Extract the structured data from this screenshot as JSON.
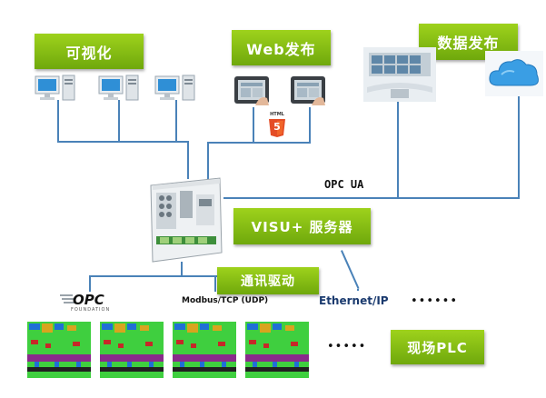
{
  "labels": {
    "visualization": "可视化",
    "web_publish": "Web发布",
    "data_publish": "数据发布",
    "server": "VISU+ 服务器",
    "comm_driver": "通讯驱动",
    "field_plc": "现场PLC"
  },
  "protocols": {
    "opc_ua": "OPC UA",
    "opc_logo": "OPC",
    "opc_logo_sub": "FOUNDATION",
    "modbus": "Modbus/TCP (UDP)",
    "ethernet_ip_a": "Ethernet",
    "ethernet_ip_b": "/IP"
  },
  "html5_badge": {
    "top": "HTML",
    "number": "5"
  },
  "ellipsis": {
    "protocols": "••••••",
    "plc": "•••••"
  },
  "colors": {
    "label_green": "#7db813",
    "connector_blue": "#4a82b8"
  },
  "icons": [
    "desktop-computer-icon",
    "tablet-icon",
    "html5-icon",
    "control-room-icon",
    "cloud-icon",
    "server-device-icon",
    "plc-rack-icon"
  ]
}
